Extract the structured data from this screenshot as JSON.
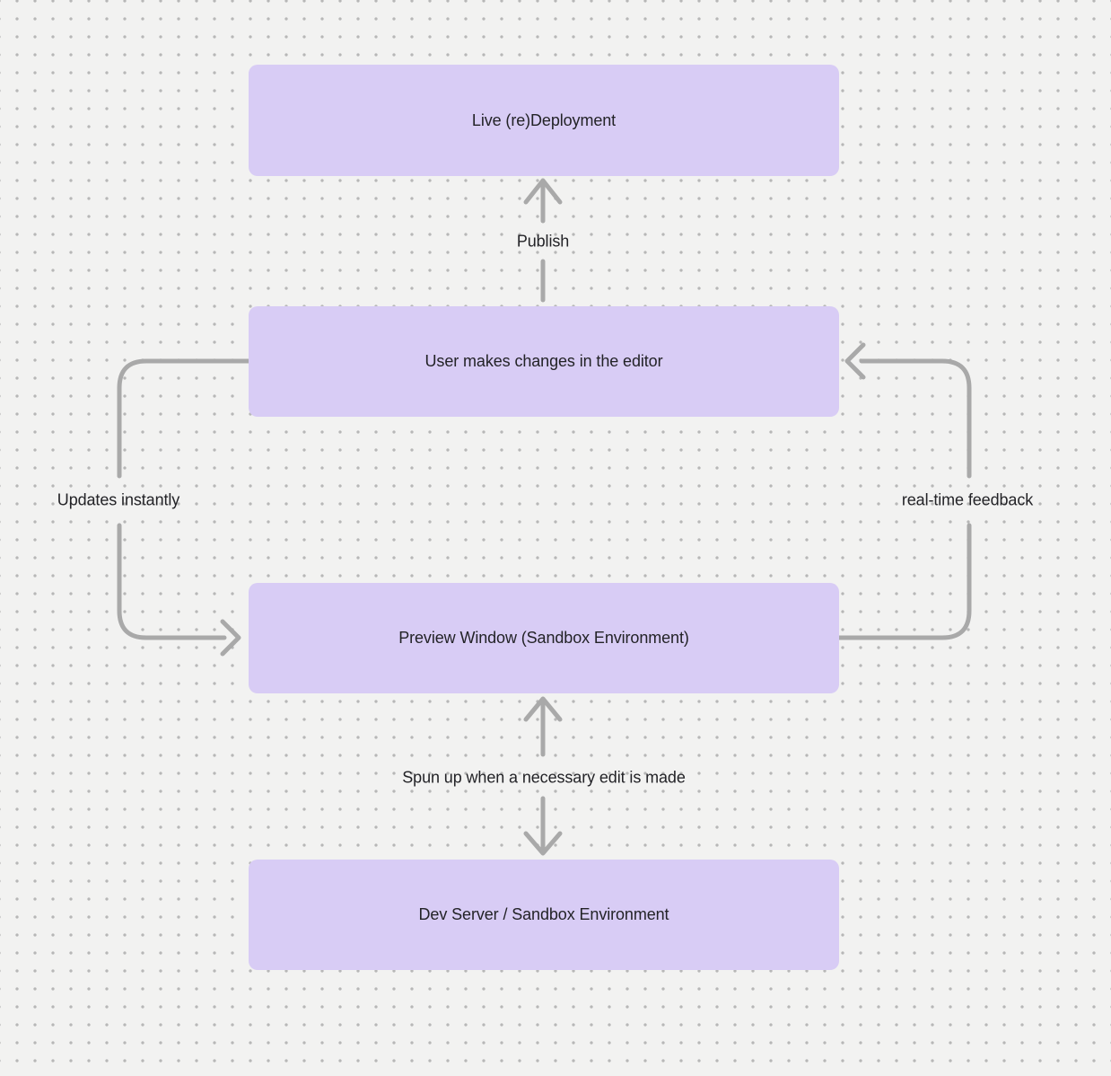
{
  "diagram": {
    "colors": {
      "background": "#f2f2f1",
      "grid_dot": "#b7b7b7",
      "node_fill": "#d8ccf5",
      "arrow": "#a9a9a9",
      "text": "#232327"
    },
    "nodes": [
      {
        "label": "Live (re)Deployment"
      },
      {
        "label": "User makes changes in the editor"
      },
      {
        "label": "Preview Window (Sandbox Environment)"
      },
      {
        "label": "Dev Server / Sandbox Environment"
      }
    ],
    "edges": [
      {
        "label": "Publish",
        "from": "User makes changes in the editor",
        "to": "Live (re)Deployment",
        "style": "straight-up-arrow"
      },
      {
        "label": "Updates instantly",
        "from": "User makes changes in the editor",
        "to": "Preview Window (Sandbox Environment)",
        "style": "left-side-loop"
      },
      {
        "label": "real-time feedback",
        "from": "Preview Window (Sandbox Environment)",
        "to": "User makes changes in the editor",
        "style": "right-side-loop"
      },
      {
        "label": "Spun up when a necessary edit is made",
        "from": "Preview Window (Sandbox Environment)",
        "to": "Dev Server / Sandbox Environment",
        "style": "bidirectional-vertical"
      }
    ]
  }
}
